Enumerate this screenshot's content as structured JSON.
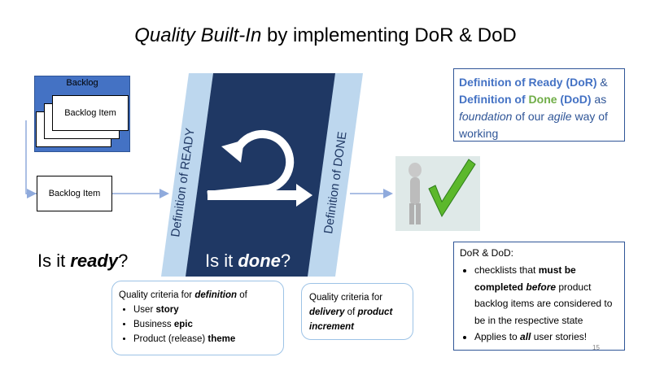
{
  "title": {
    "italic": "Quality Built-In",
    "rest": " by implementing DoR & DoD"
  },
  "backlog": {
    "label": "Backlog",
    "item_label": "Backlog Item"
  },
  "backlog_item_single": "Backlog Item",
  "ready_label": "Definition of READY",
  "done_label": "Definition of DONE",
  "question_ready": {
    "pre": "Is it ",
    "bold": "ready",
    "post": "?"
  },
  "question_done": {
    "pre": "Is it ",
    "bold": "done",
    "post": "?"
  },
  "dor_callout": {
    "intro_pre": "Quality criteria for ",
    "intro_bold": "definition",
    "intro_post": " of",
    "items": [
      {
        "pre": "User ",
        "bold": "story"
      },
      {
        "pre": "Business ",
        "bold": "epic"
      },
      {
        "pre": "Product (release) ",
        "bold": "theme"
      }
    ]
  },
  "dod_callout": {
    "line1": "Quality criteria for",
    "line2_bold": "delivery",
    "line2_mid": " of ",
    "line2_bold2": "product",
    "line3_bold": "increment"
  },
  "info_box": {
    "p1": "Definition of Ready (DoR)",
    "p2": " & ",
    "p3": "Definition of ",
    "p4": "Done",
    "p5": " (DoD)",
    "p6": " as ",
    "p7": "foundation",
    "p8": " of our ",
    "p9": "agile",
    "p10": " way of working"
  },
  "dod_box": {
    "heading": "DoR & DoD:",
    "b1_pre": "checklists that ",
    "b1_bold": "must be completed",
    "b1_mid": " ",
    "b1_boldital": "before",
    "b1_post": " product backlog items are considered to be in the respective state",
    "b2_pre": "Applies to ",
    "b2_boldital": "all",
    "b2_post": " user stories!"
  },
  "page_number": "15",
  "colors": {
    "navy": "#1f3864",
    "light_blue": "#bdd7ee",
    "arrow": "#8faadc",
    "accent_blue": "#4472c4",
    "green": "#70ad47"
  }
}
